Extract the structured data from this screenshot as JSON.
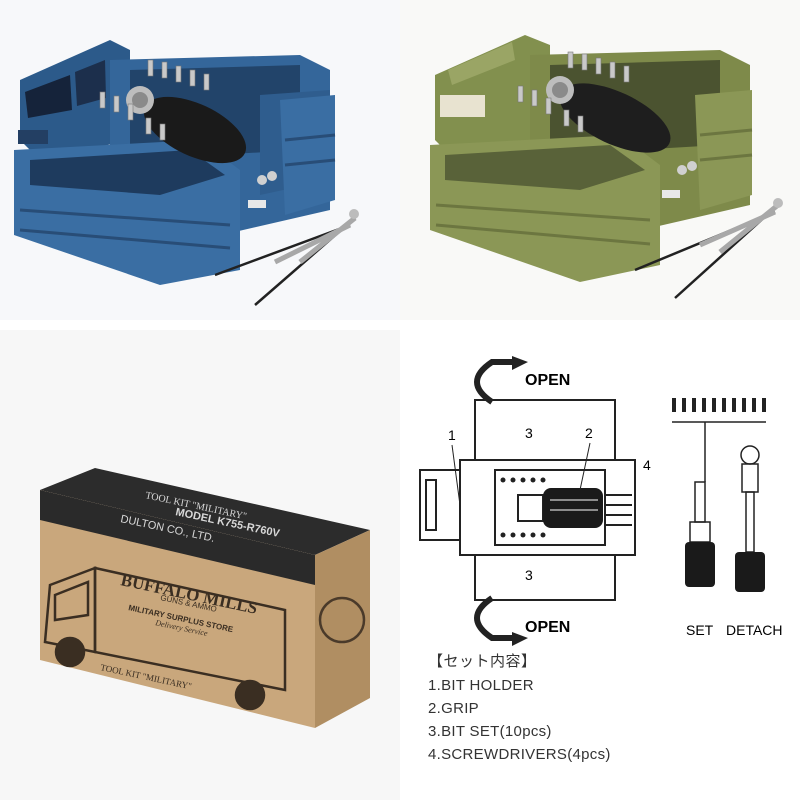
{
  "box": {
    "top_text": "TOOL KIT \"MILITARY\"",
    "model": "MODEL K755-R760V",
    "maker": "DULTON CO., LTD.",
    "brand": "BUFFALO MILLS",
    "brand_sub1": "GUNS & AMMO",
    "brand_sub2": "MILITARY SURPLUS STORE",
    "brand_sub3": "Delivery Service",
    "side_text": "TOOL KIT \"MILITARY\""
  },
  "diagram": {
    "open_top": "OPEN",
    "open_bottom": "OPEN",
    "callout_1": "1",
    "callout_2": "2",
    "callout_3a": "3",
    "callout_3b": "3",
    "callout_4": "4",
    "set_label": "SET",
    "detach_label": "DETACH"
  },
  "contents": {
    "title": "【セット内容】",
    "items": [
      "1.BIT HOLDER",
      "2.GRIP",
      "3.BIT SET(10pcs)",
      "4.SCREWDRIVERS(4pcs)"
    ]
  },
  "colors": {
    "blue_case": "#2f5d8e",
    "green_case": "#7e8a4a",
    "kraft": "#c9a77c",
    "box_black": "#2a2a2a"
  }
}
